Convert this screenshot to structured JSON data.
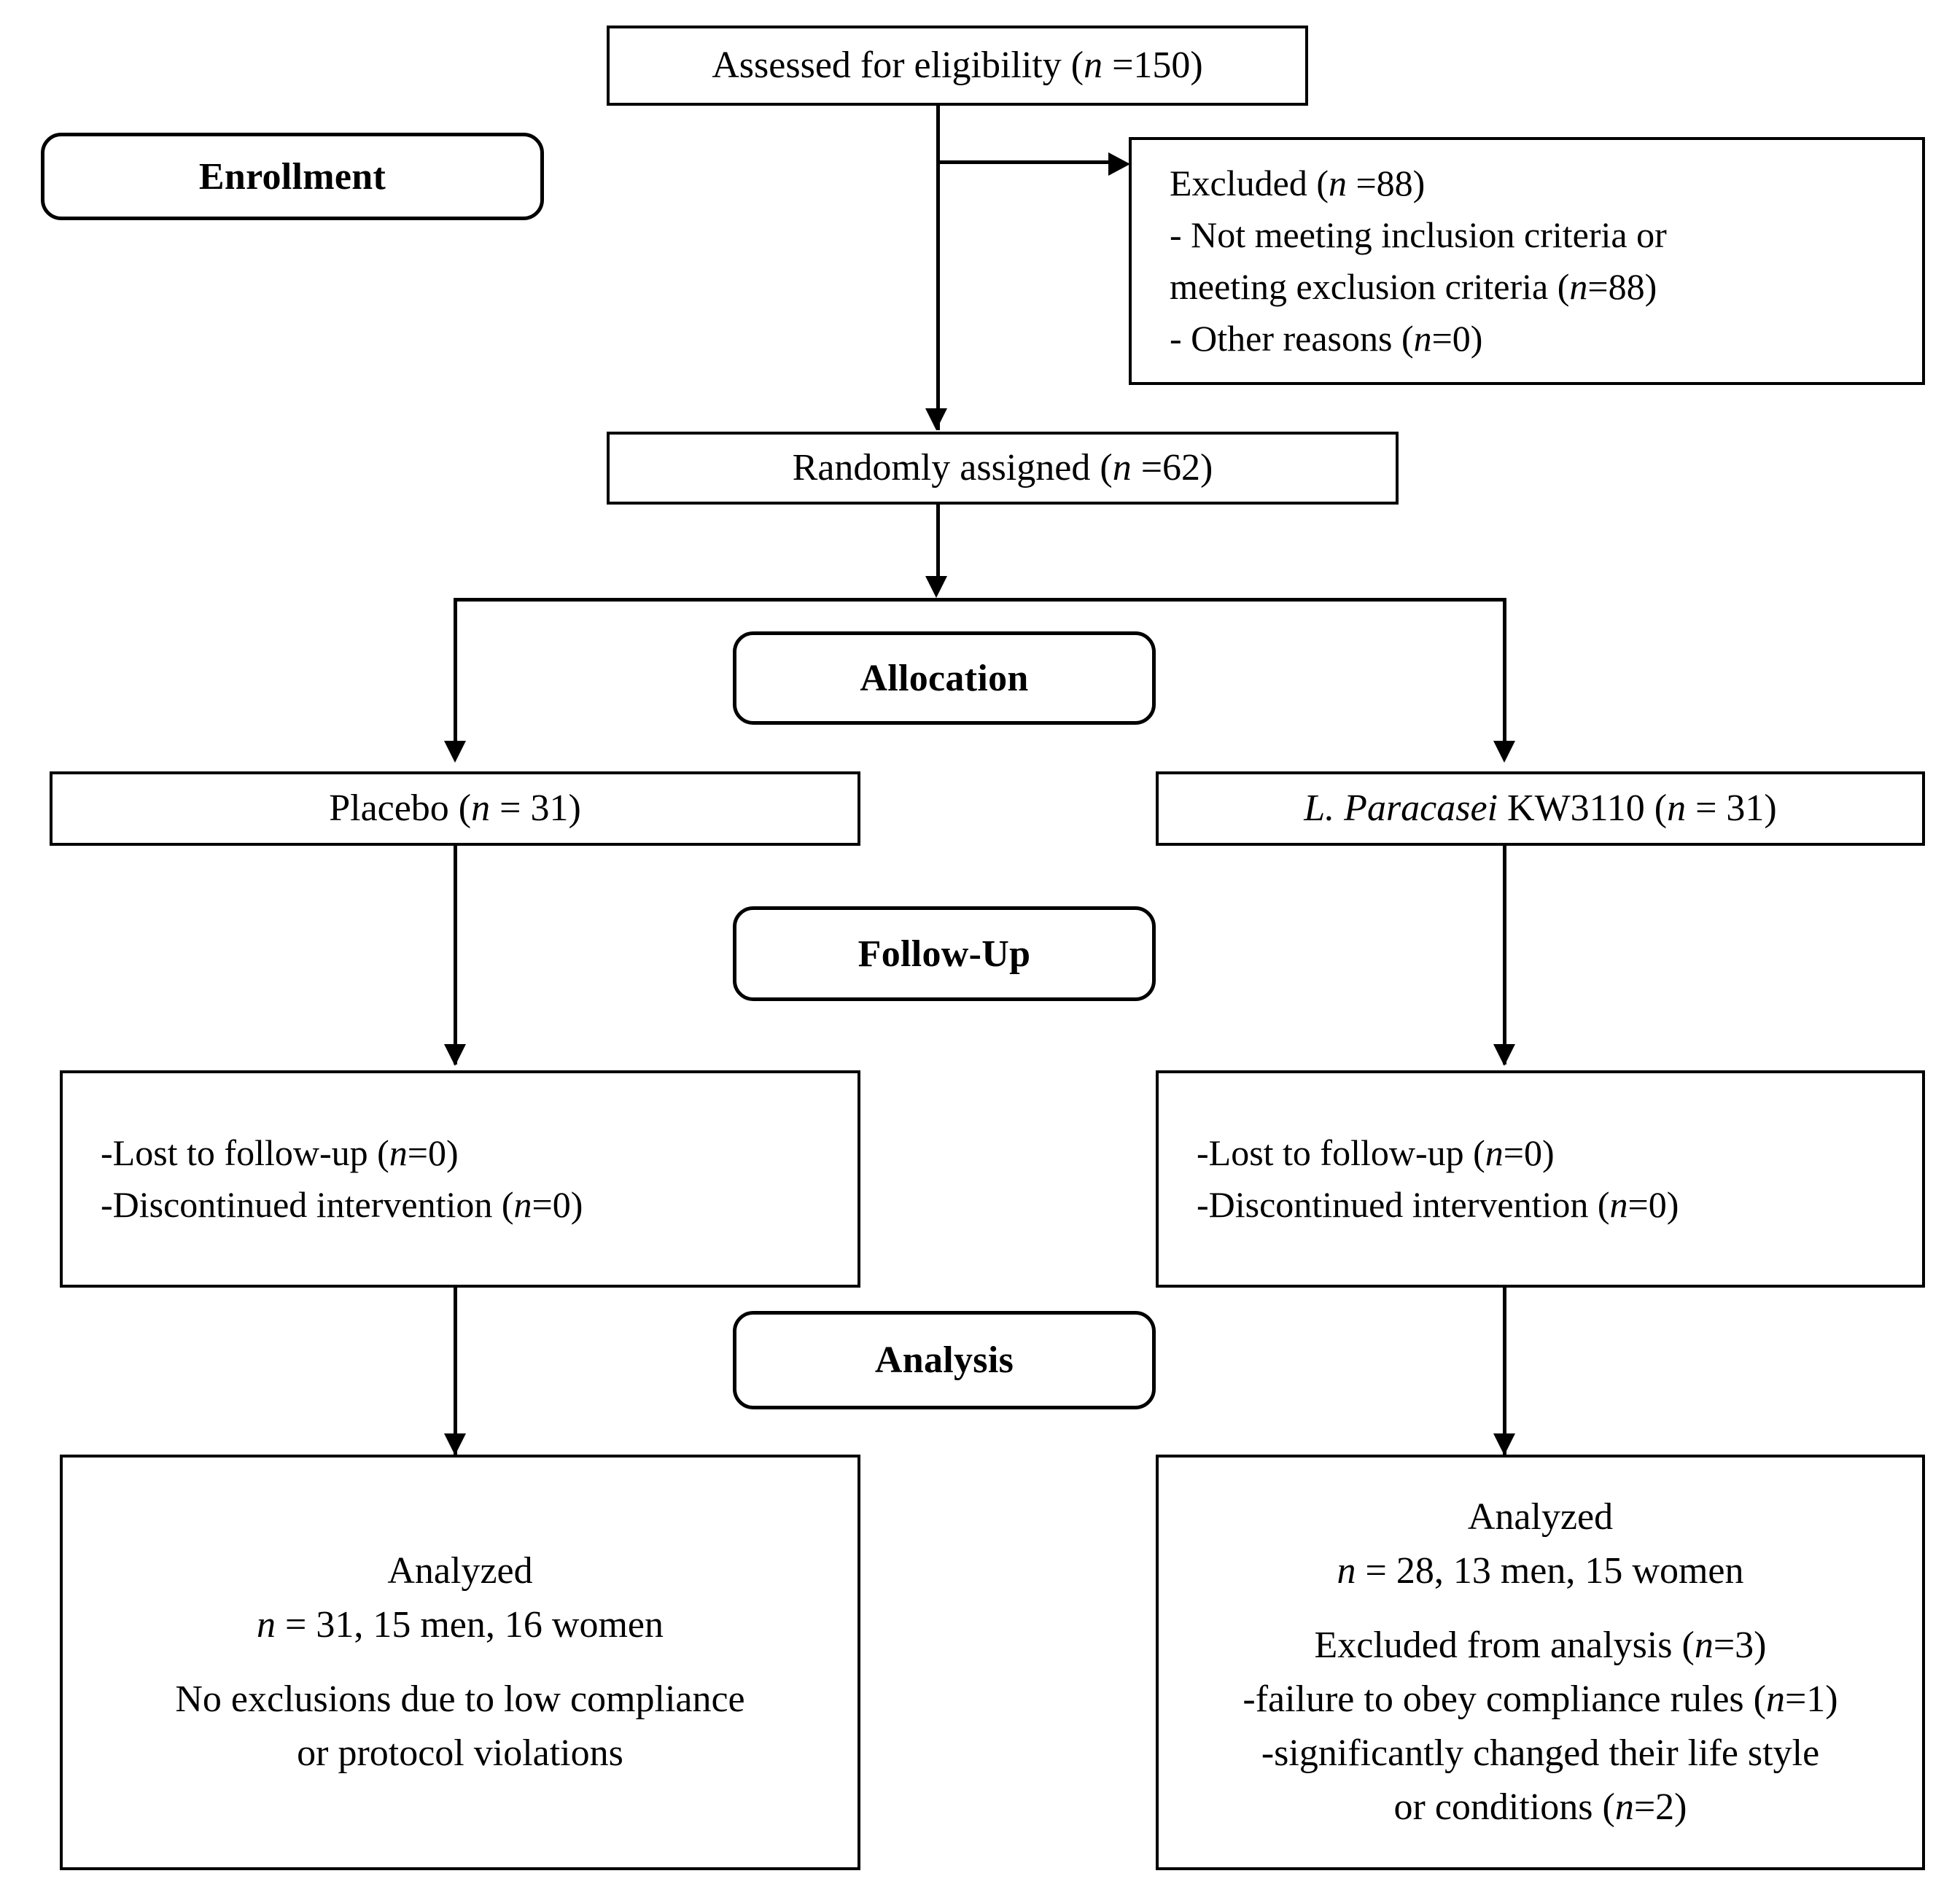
{
  "diagram": {
    "type": "consort-flow-diagram",
    "stage_labels": [
      {
        "id": "enrollment",
        "label": "Enrollment"
      },
      {
        "id": "allocation",
        "label": "Allocation"
      },
      {
        "id": "follow_up",
        "label": "Follow-Up"
      },
      {
        "id": "analysis",
        "label": "Analysis"
      }
    ],
    "nodes": {
      "assessed": {
        "text": "Assessed for eligibility (",
        "n_italic": "n",
        "n_value": " =150)"
      },
      "excluded": {
        "line1_pre": "Excluded (",
        "line1_n": "n",
        "line1_post": " =88)",
        "line2_pre": "- Not meeting inclusion criteria or",
        "line3_pre": "meeting exclusion criteria (",
        "line3_n": "n",
        "line3_post": "=88)",
        "line4_pre": "- Other reasons (",
        "line4_n": "n",
        "line4_post": "=0)"
      },
      "randomized": {
        "text": "Randomly assigned (",
        "n_italic": "n",
        "n_value": " =62)"
      },
      "alloc_left": {
        "text": "Placebo (",
        "n_italic": "n",
        "n_value": " = 31)"
      },
      "alloc_right": {
        "strain_italic": "L. Paracasei",
        "strain_rest": " KW3110 (",
        "n_italic": "n",
        "n_value": " = 31)"
      },
      "followup_left": {
        "line1_pre": "-Lost to follow-up (",
        "line1_n": "n",
        "line1_post": "=0)",
        "line2_pre": "-Discontinued intervention (",
        "line2_n": "n",
        "line2_post": "=0)"
      },
      "followup_right": {
        "line1_pre": "-Lost to follow-up (",
        "line1_n": "n",
        "line1_post": "=0)",
        "line2_pre": "-Discontinued intervention (",
        "line2_n": "n",
        "line2_post": "=0)"
      },
      "analysis_left": {
        "title": "Analyzed",
        "counts_n": "n",
        "counts_rest": " = 31, 15 men, 16 women",
        "note_line1": "No exclusions due to low compliance",
        "note_line2": "or protocol violations"
      },
      "analysis_right": {
        "title": "Analyzed",
        "counts_n": "n",
        "counts_rest": " = 28, 13 men, 15 women",
        "excl_pre": "Excluded from analysis (",
        "excl_n": "n",
        "excl_post": "=3)",
        "r1_pre": "-failure to obey compliance rules (",
        "r1_n": "n",
        "r1_post": "=1)",
        "r2_line1": "-significantly changed their life style",
        "r2_pre": "or conditions (",
        "r2_n": "n",
        "r2_post": "=2)"
      }
    },
    "colors": {
      "stroke": "#000000",
      "background": "#ffffff",
      "text": "#000000"
    }
  }
}
